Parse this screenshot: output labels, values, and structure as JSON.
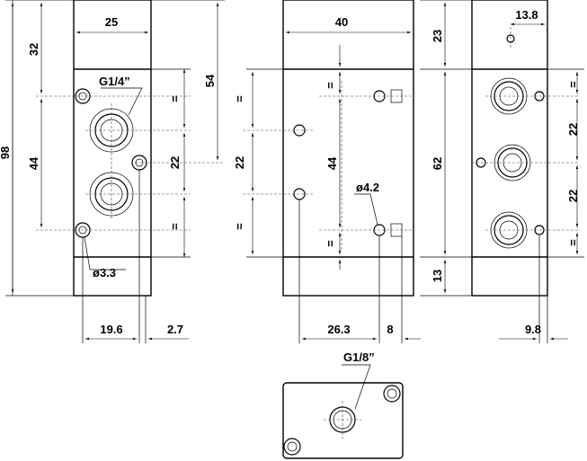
{
  "front_view": {
    "width": "25",
    "height_top": "32",
    "height_mid": "44",
    "height_total": "98",
    "port_top": "54",
    "port_pitch": "22",
    "eq1": "=",
    "eq2": "=",
    "thread": "G1/4”",
    "hole_dia": "ø3.3",
    "offset_a": "19.6",
    "offset_b": "2.7"
  },
  "side_view": {
    "width": "40",
    "pitch": "22",
    "eq1": "=",
    "eq2": "=",
    "height_mid": "44",
    "eq3": "=",
    "eq4": "=",
    "hole_dia": "ø4.2",
    "offset_a": "26.3",
    "offset_b": "8"
  },
  "right_view": {
    "width": "13.8",
    "top": "23",
    "mid": "62",
    "bottom": "13",
    "pitch_a": "22",
    "pitch_b": "22",
    "eq1": "=",
    "eq2": "=",
    "offset": "9.8"
  },
  "bottom_view": {
    "thread": "G1/8”"
  }
}
